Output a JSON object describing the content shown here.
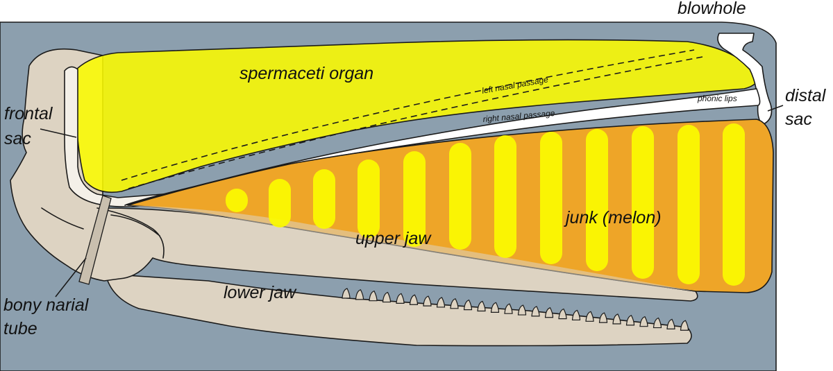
{
  "labels": {
    "blowhole": "blowhole",
    "spermaceti_organ": "spermaceti organ",
    "left_nasal_passage": "left nasal passage",
    "right_nasal_passage": "right nasal passage",
    "phonic_lips": "phonic lips",
    "distal_sac_line1": "distal",
    "distal_sac_line2": "sac",
    "frontal_sac_line1": "frontal",
    "frontal_sac_line2": "sac",
    "junk_melon": "junk (melon)",
    "upper_jaw": "upper jaw",
    "lower_jaw": "lower jaw",
    "bony_narial_tube_line1": "bony narial",
    "bony_narial_tube_line2": "tube"
  },
  "colors": {
    "head_skin": "#8c9fae",
    "skull_bone": "#ddd3c2",
    "spermaceti_yellow": "#fbfb00",
    "junk_orange": "#eea528",
    "junk_stripe_yellow": "#fbfb00",
    "nasal_passage_white": "#ffffff",
    "outline": "#1a1a1a"
  }
}
